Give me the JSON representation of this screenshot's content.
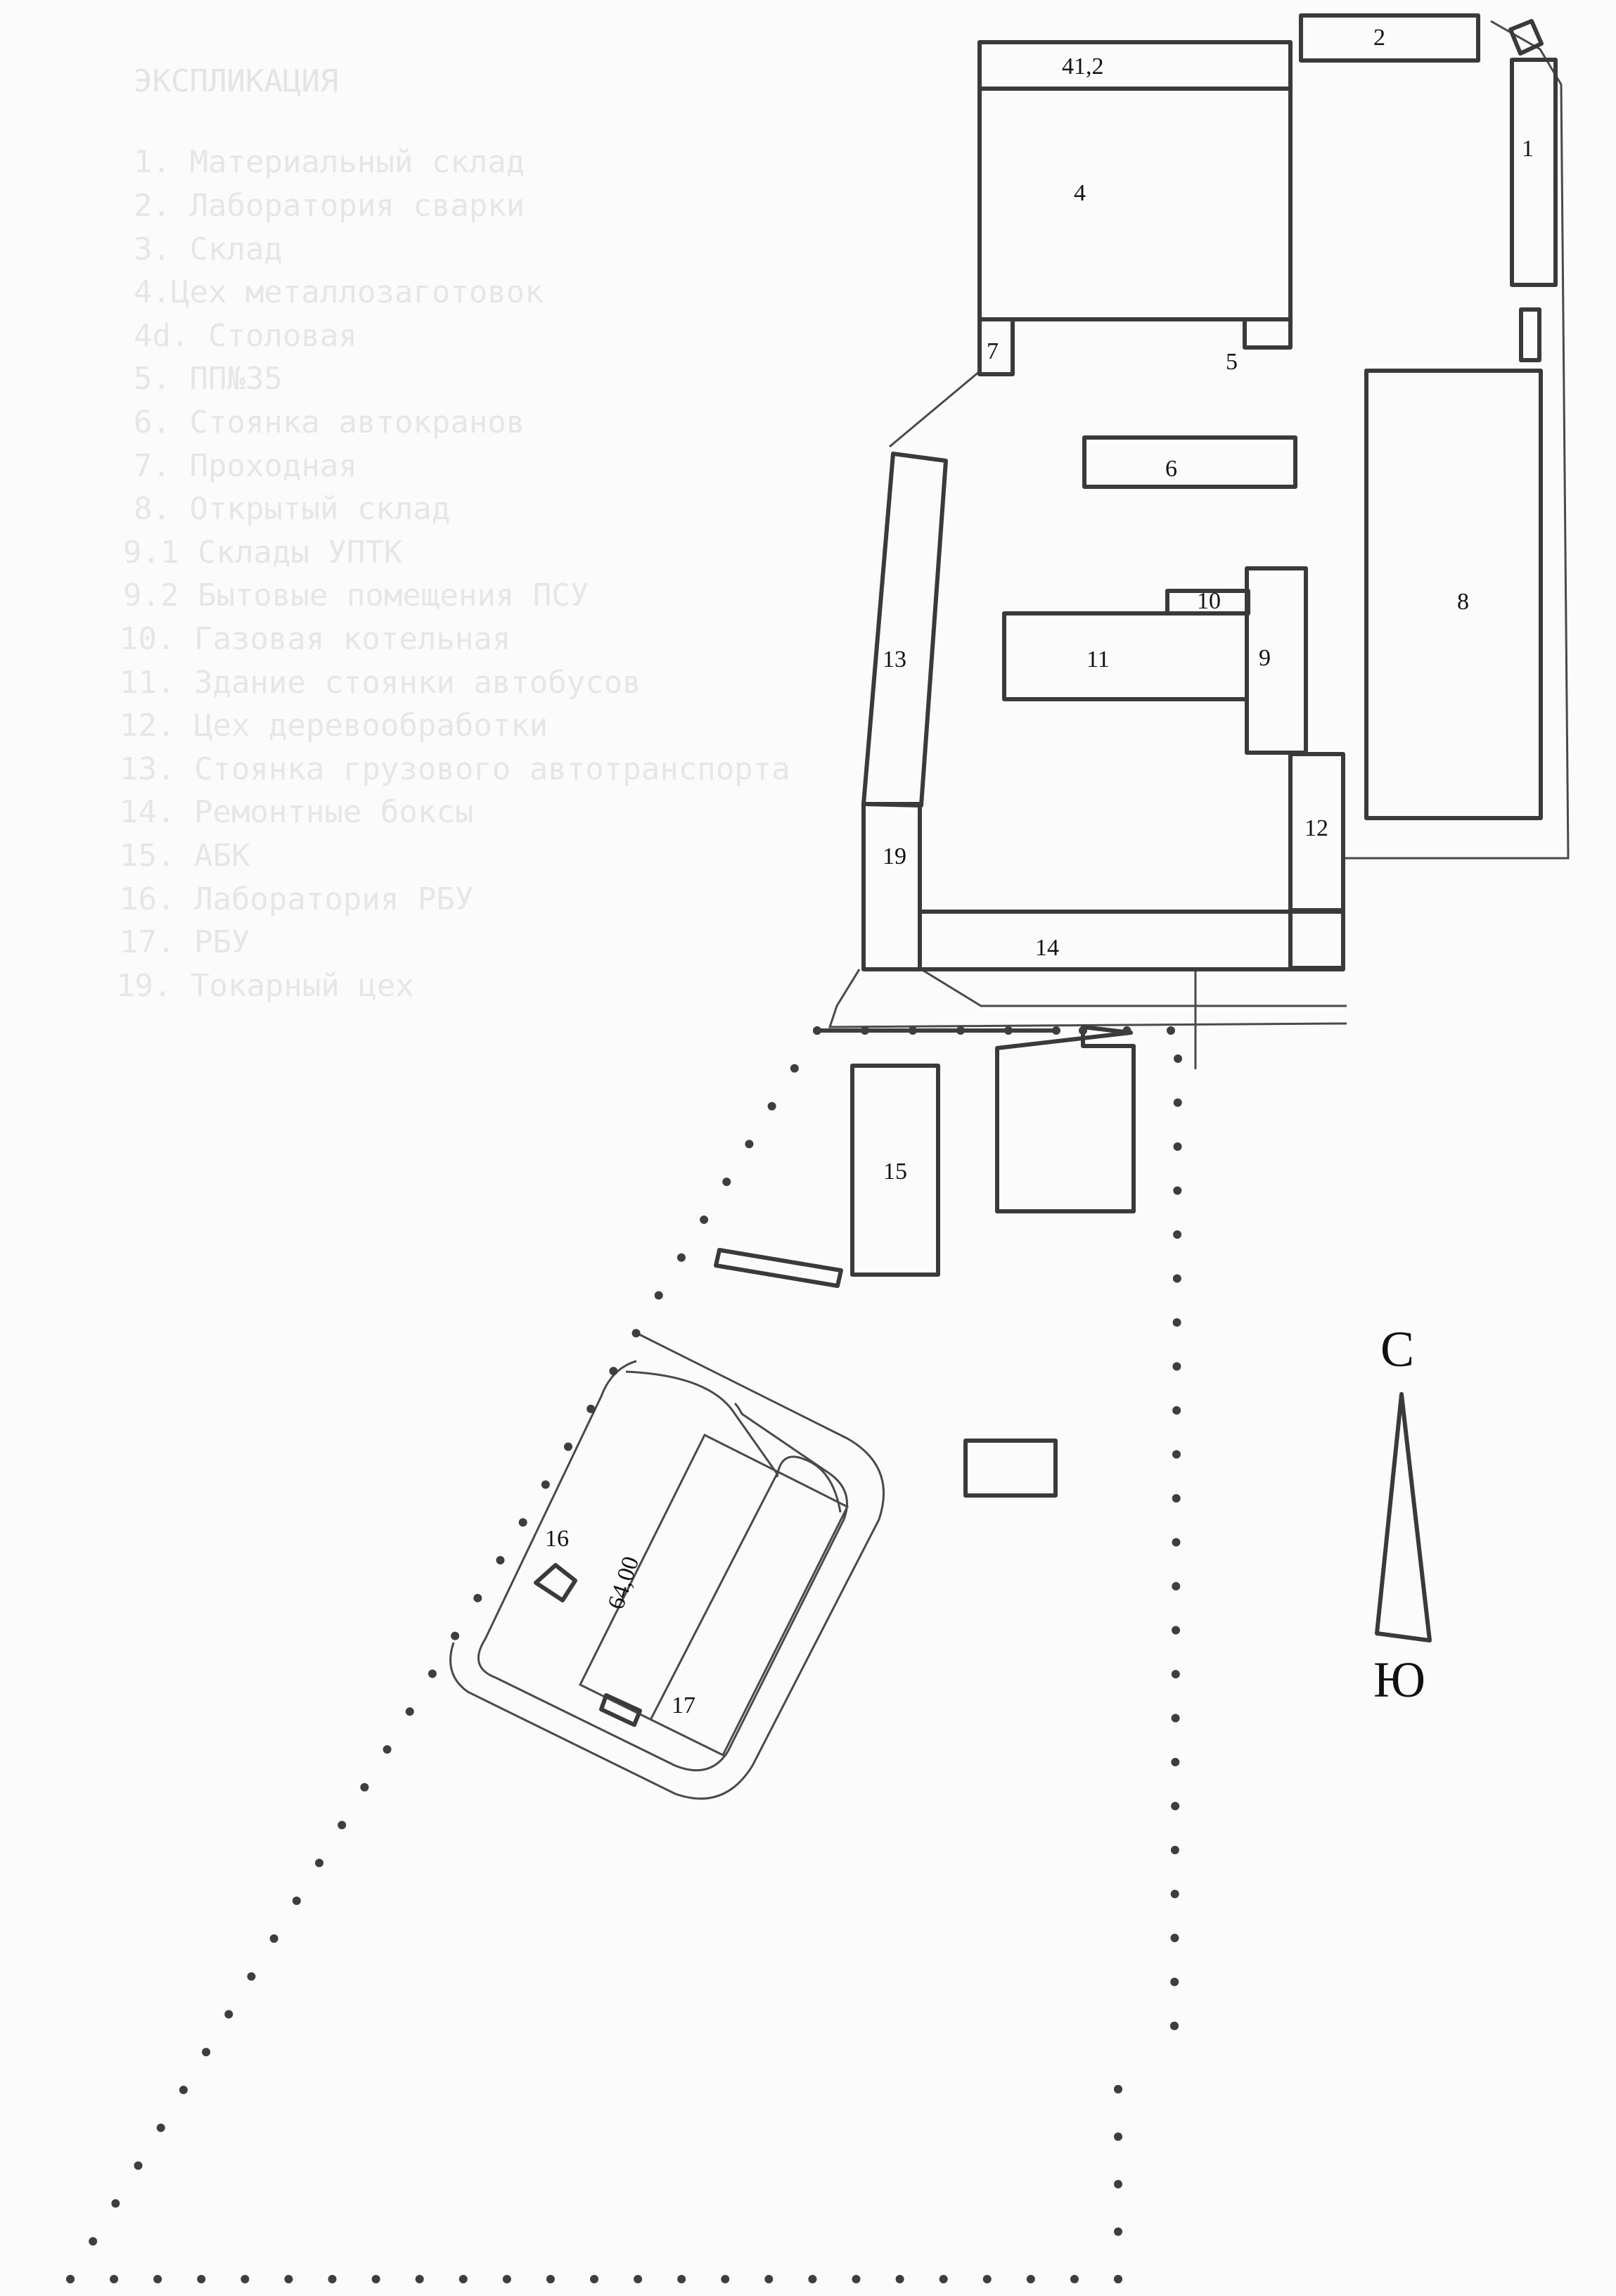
{
  "legend": {
    "title": "ЭКСПЛИКАЦИЯ",
    "items": [
      "1. Материальный склад",
      "2. Лаборатория сварки",
      "3. Склад",
      "4.Цех металлозаготовок",
      "4d. Столовая",
      "5. ПП№35",
      "6. Стоянка автокранов",
      "7. Проходная",
      "8. Открытый склад",
      "9.1 Склады УПТК",
      "9.2 Бытовые помещения ПСУ",
      "10. Газовая котельная",
      "11. Здание стоянки автобусов",
      "12. Цех деревообработки",
      "13. Стоянка грузового автотранспорта",
      "14. Ремонтные боксы",
      "15. АБК",
      "16. Лаборатория РБУ",
      "17. РБУ",
      "19. Токарный цех"
    ]
  },
  "labels": {
    "b1": "1",
    "b2": "2",
    "b4a": "41,2",
    "b4": "4",
    "b5": "5",
    "b6": "6",
    "b7": "7",
    "b8": "8",
    "b9": "9",
    "b10": "10",
    "b11": "11",
    "b12": "12",
    "b13": "13",
    "b14": "14",
    "b15": "15",
    "b16": "16",
    "b17": "17",
    "b19": "19",
    "dim": "64,00"
  },
  "compass": {
    "north": "С",
    "south": "Ю"
  }
}
